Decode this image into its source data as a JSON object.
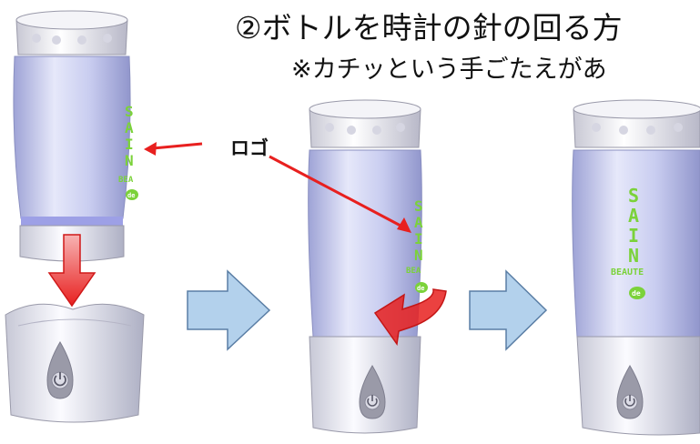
{
  "heading": {
    "step_title": "②ボトルを時計の針の回る方",
    "note": "※カチッという手ごたえがあ"
  },
  "callout": {
    "logo_label": "ロゴ"
  },
  "logo": {
    "letters_vertical": [
      "S",
      "A",
      "I",
      "N"
    ],
    "beaute_full": "BEAUTE",
    "beaute_partial": "BEA",
    "badge": "de"
  },
  "colors": {
    "accent_red": "#e8201f",
    "logo_green": "#7bd23a",
    "arrow_blue": "#b3d1ec",
    "bottle_lavender": "#c5c9ee"
  },
  "icons": [
    "power-button-icon",
    "arrow-down-icon",
    "arrow-right-icon",
    "rotate-arrow-icon"
  ]
}
